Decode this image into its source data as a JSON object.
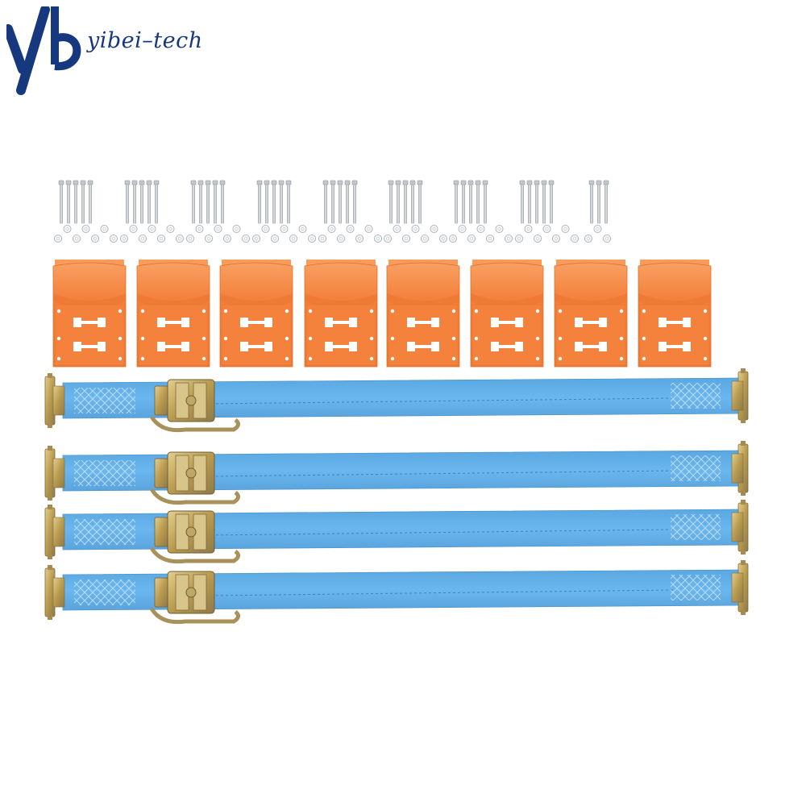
{
  "brand": {
    "name": "yibei–tech",
    "monogram": "yb",
    "color": "#15387f"
  },
  "product": {
    "hardware_sets": 9,
    "brackets": 8,
    "straps": 4,
    "bracket_color": "#f5813a",
    "strap_color": "#66b3eb",
    "buckle_color": "#c8a95a",
    "icons": [
      "bolt-icon",
      "washer-icon",
      "e-track-bracket",
      "ratchet-strap",
      "e-fitting"
    ]
  }
}
